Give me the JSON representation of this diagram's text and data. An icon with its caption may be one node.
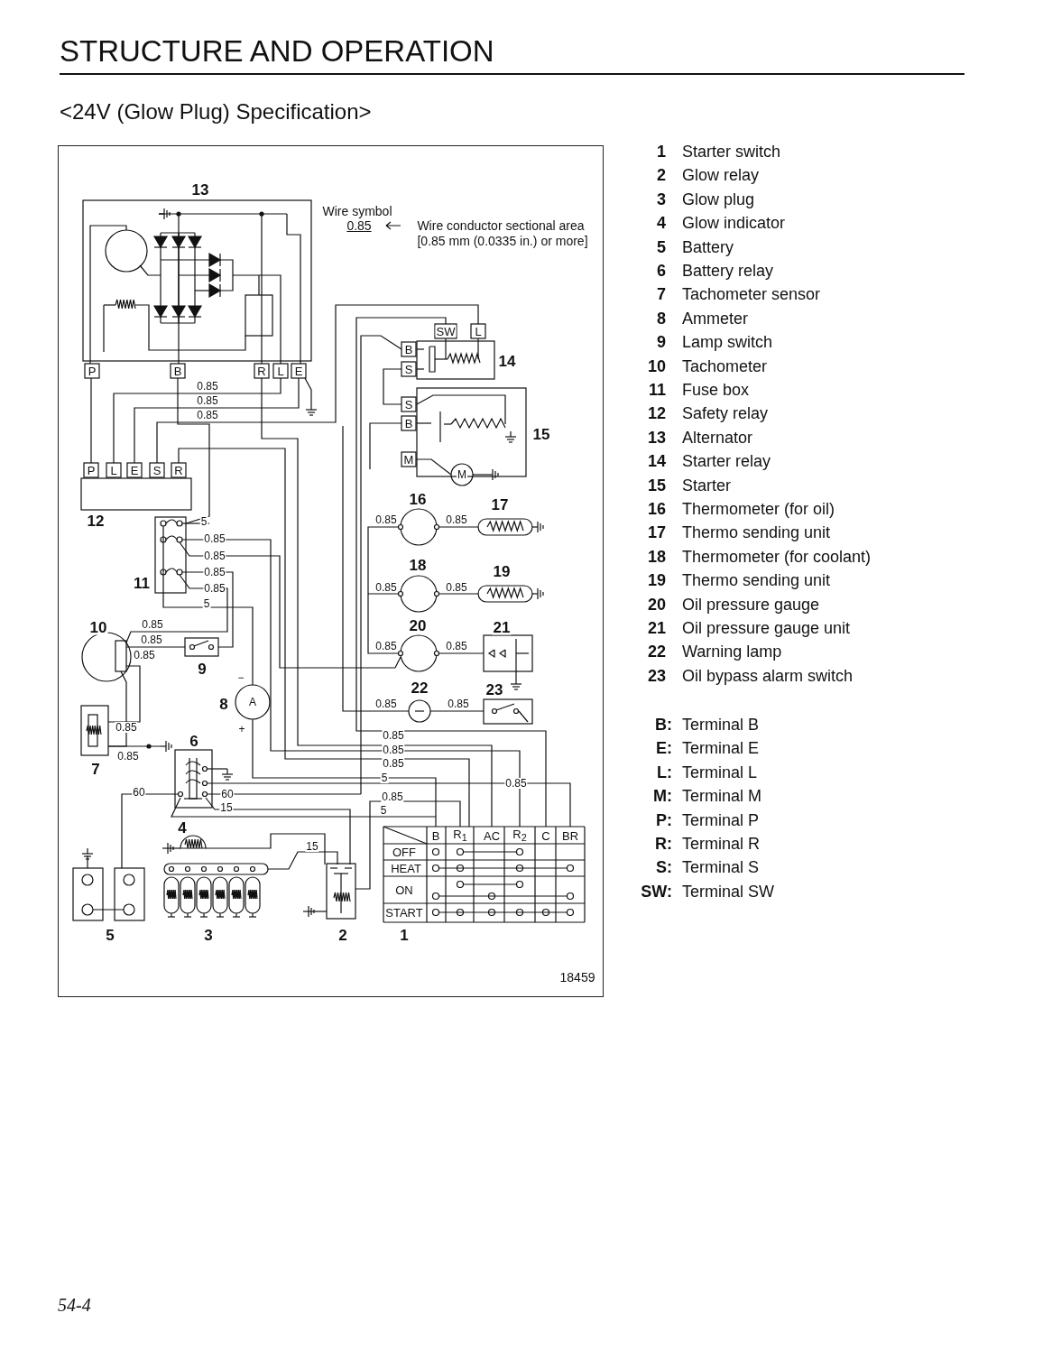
{
  "diagram": {
    "title": "STRUCTURE AND OPERATION",
    "labels": [
      "<24V (Glow Plug) Specification>",
      "13",
      "Wire symbol",
      "0.85",
      "Wire conductor sectional area",
      "[0.85 mm (0.0335 in.) or more]",
      "P",
      "B",
      "R",
      "L",
      "E",
      "SW",
      "L",
      "B",
      "S",
      "14",
      "0.85",
      "0.85",
      "0.85",
      "S",
      "B",
      "15",
      "M",
      "M",
      "P",
      "L",
      "E",
      "S",
      "R",
      "16",
      "17",
      "12",
      "5",
      "0.85",
      "0.85",
      "0.85",
      "0.85",
      "0.85",
      "18",
      "19",
      "11",
      "0.85",
      "0.85",
      "0.85",
      "5",
      "10",
      "0.85",
      "20",
      "21",
      "0.85",
      "0.85",
      "0.85",
      "0.85",
      "9",
      "−",
      "22",
      "23",
      "8",
      "A",
      "0.85",
      "0.85",
      "0.85",
      "+",
      "6",
      "0.85",
      "0.85",
      "0.85",
      "0.85",
      "7",
      "5",
      "0.85",
      "60",
      "60",
      "0.85",
      "15",
      "5",
      "4",
      "B",
      "R$_{1}$",
      "AC",
      "R$_{2}$",
      "C",
      "BR",
      "15",
      "OFF",
      "HEAT",
      "ON",
      "START",
      "5",
      "3",
      "2",
      "1",
      "18459",
      "1",
      "Starter switch",
      "2",
      "Glow relay",
      "3",
      "Glow plug",
      "4",
      "Glow indicator",
      "5",
      "Battery",
      "6",
      "Battery relay",
      "7",
      "Tachometer sensor",
      "8",
      "Ammeter",
      "9",
      "Lamp switch",
      "10",
      "Tachometer",
      "11",
      "Fuse box",
      "12",
      "Safety relay",
      "13",
      "Alternator",
      "14",
      "Starter relay",
      "15",
      "Starter",
      "16",
      "Thermometer (for oil)",
      "17",
      "Thermo sending unit",
      "18",
      "Thermometer (for coolant)",
      "19",
      "Thermo sending unit",
      "20",
      "Oil pressure gauge",
      "21",
      "Oil pressure gauge unit",
      "22",
      "Warning lamp",
      "23",
      "Oil bypass alarm switch",
      "B:",
      "Terminal B",
      "E:",
      "Terminal E",
      "L:",
      "Terminal L",
      "M:",
      "Terminal M",
      "P:",
      "Terminal P",
      "R:",
      "Terminal R",
      "S:",
      "Terminal S",
      "SW:",
      "Terminal SW",
      "54-4"
    ]
  }
}
